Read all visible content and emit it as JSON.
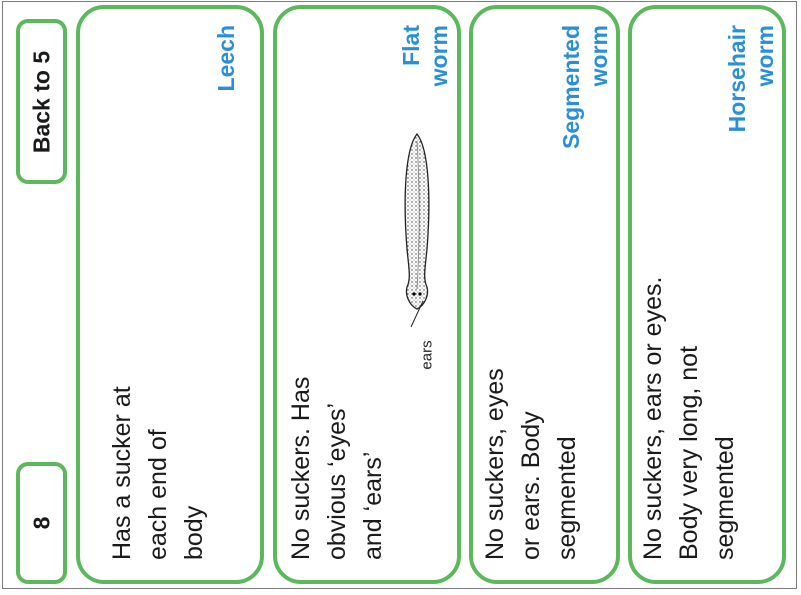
{
  "key_number": "8",
  "back_link_label": "Back to 5",
  "accent_green": "#5cb85c",
  "name_blue": "#2a8fd6",
  "cards": [
    {
      "name_lines": [
        "Leech"
      ],
      "desc_lines": [
        "Has a sucker at",
        "each end of",
        "body"
      ]
    },
    {
      "name_lines": [
        "Flat",
        "worm"
      ],
      "desc_lines": [
        "No suckers. Has",
        "obvious ‘eyes’",
        "and ‘ears’"
      ],
      "figure_label": "ears"
    },
    {
      "name_lines": [
        "Segmented",
        "worm"
      ],
      "desc_lines": [
        "No suckers, eyes",
        "or ears. Body",
        "segmented"
      ]
    },
    {
      "name_lines": [
        "Horsehair",
        "worm"
      ],
      "desc_lines": [
        "No suckers, ears or eyes.",
        "Body very long, not",
        "segmented"
      ]
    }
  ]
}
